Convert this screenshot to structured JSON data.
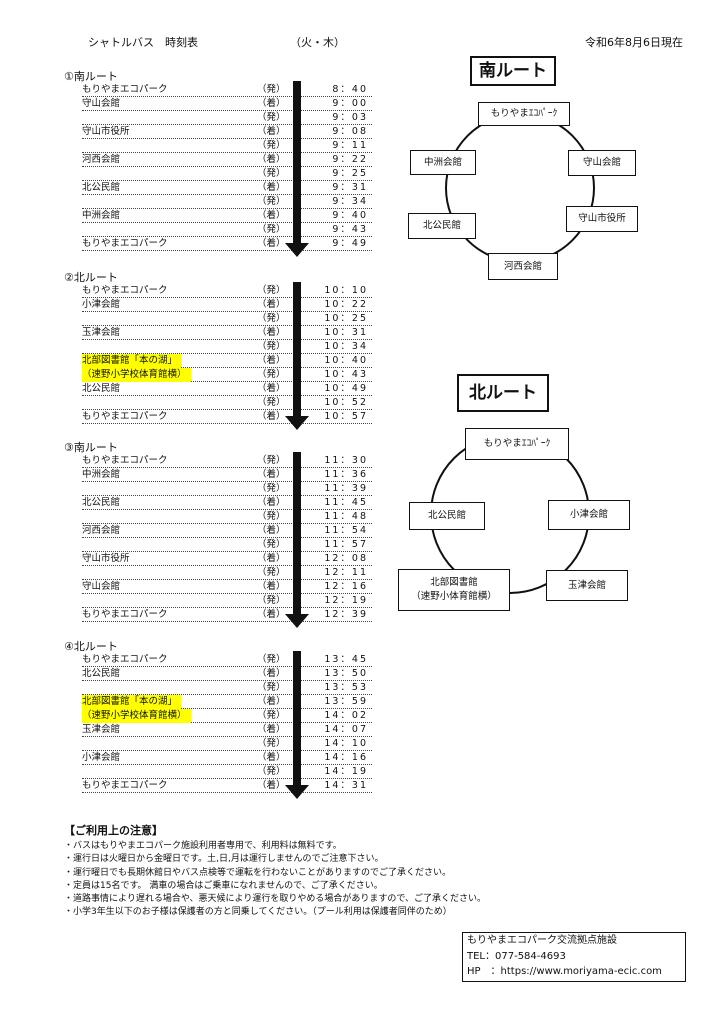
{
  "header": {
    "title": "シャトルバス　時刻表",
    "days": "（火・木）",
    "as_of": "令和6年8月6日現在"
  },
  "sections": [
    {
      "title": "①南ルート",
      "rows": [
        {
          "stop": "もりやまエコパーク",
          "kind": "（発）",
          "time": "8：40"
        },
        {
          "stop": "守山会館",
          "kind": "（着）",
          "time": "9：00"
        },
        {
          "stop": "",
          "kind": "（発）",
          "time": "9：03"
        },
        {
          "stop": "守山市役所",
          "kind": "（着）",
          "time": "9：08"
        },
        {
          "stop": "",
          "kind": "（発）",
          "time": "9：11"
        },
        {
          "stop": "河西会館",
          "kind": "（着）",
          "time": "9：22"
        },
        {
          "stop": "",
          "kind": "（発）",
          "time": "9：25"
        },
        {
          "stop": "北公民館",
          "kind": "（着）",
          "time": "9：31"
        },
        {
          "stop": "",
          "kind": "（発）",
          "time": "9：34"
        },
        {
          "stop": "中洲会館",
          "kind": "（着）",
          "time": "9：40"
        },
        {
          "stop": "",
          "kind": "（発）",
          "time": "9：43"
        },
        {
          "stop": "もりやまエコパーク",
          "kind": "（着）",
          "time": "9：49"
        }
      ]
    },
    {
      "title": "②北ルート",
      "rows": [
        {
          "stop": "もりやまエコパーク",
          "kind": "（発）",
          "time": "10：10"
        },
        {
          "stop": "小津会館",
          "kind": "（着）",
          "time": "10：22"
        },
        {
          "stop": "",
          "kind": "（発）",
          "time": "10：25"
        },
        {
          "stop": "玉津会館",
          "kind": "（着）",
          "time": "10：31"
        },
        {
          "stop": "",
          "kind": "（発）",
          "time": "10：34"
        },
        {
          "stop": "北部図書館「本の湖」",
          "kind": "（着）",
          "time": "10：40",
          "highlight": true
        },
        {
          "stop": "（速野小学校体育館横）",
          "kind": "（発）",
          "time": "10：43",
          "highlight": true
        },
        {
          "stop": "北公民館",
          "kind": "（着）",
          "time": "10：49"
        },
        {
          "stop": "",
          "kind": "（発）",
          "time": "10：52"
        },
        {
          "stop": "もりやまエコパーク",
          "kind": "（着）",
          "time": "10：57"
        }
      ]
    },
    {
      "title": "③南ルート",
      "rows": [
        {
          "stop": "もりやまエコパーク",
          "kind": "（発）",
          "time": "11：30"
        },
        {
          "stop": "中洲会館",
          "kind": "（着）",
          "time": "11：36"
        },
        {
          "stop": "",
          "kind": "（発）",
          "time": "11：39"
        },
        {
          "stop": "北公民館",
          "kind": "（着）",
          "time": "11：45"
        },
        {
          "stop": "",
          "kind": "（発）",
          "time": "11：48"
        },
        {
          "stop": "河西会館",
          "kind": "（着）",
          "time": "11：54"
        },
        {
          "stop": "",
          "kind": "（発）",
          "time": "11：57"
        },
        {
          "stop": "守山市役所",
          "kind": "（着）",
          "time": "12：08"
        },
        {
          "stop": "",
          "kind": "（発）",
          "time": "12：11"
        },
        {
          "stop": "守山会館",
          "kind": "（着）",
          "time": "12：16"
        },
        {
          "stop": "",
          "kind": "（発）",
          "time": "12：19"
        },
        {
          "stop": "もりやまエコパーク",
          "kind": "（着）",
          "time": "12：39"
        }
      ]
    },
    {
      "title": "④北ルート",
      "rows": [
        {
          "stop": "もりやまエコパーク",
          "kind": "（発）",
          "time": "13：45"
        },
        {
          "stop": "北公民館",
          "kind": "（着）",
          "time": "13：50"
        },
        {
          "stop": "",
          "kind": "（発）",
          "time": "13：53"
        },
        {
          "stop": "北部図書館「本の湖」",
          "kind": "（着）",
          "time": "13：59",
          "highlight": true
        },
        {
          "stop": "（速野小学校体育館横）",
          "kind": "（発）",
          "time": "14：02",
          "highlight": true
        },
        {
          "stop": "玉津会館",
          "kind": "（着）",
          "time": "14：07"
        },
        {
          "stop": "",
          "kind": "（発）",
          "time": "14：10"
        },
        {
          "stop": "小津会館",
          "kind": "（着）",
          "time": "14：16"
        },
        {
          "stop": "",
          "kind": "（発）",
          "time": "14：19"
        },
        {
          "stop": "もりやまエコパーク",
          "kind": "（着）",
          "time": "14：31"
        }
      ]
    }
  ],
  "south_map": {
    "title": "南ルート",
    "nodes": {
      "ecopark": "もりやまｴｺﾊﾟｰｸ",
      "nakasu": "中洲会館",
      "moriyama": "守山会館",
      "city_hall": "守山市役所",
      "kita": "北公民館",
      "kasai": "河西会館"
    }
  },
  "north_map": {
    "title": "北ルート",
    "nodes": {
      "ecopark": "もりやまｴｺﾊﾟｰｸ",
      "kita": "北公民館",
      "ozu": "小津会館",
      "library_1": "北部図書館",
      "library_2": "（速野小体育館横）",
      "tamatsu": "玉津会館"
    }
  },
  "notes": {
    "title": "【ご利用上の注意】",
    "items": [
      "・バスはもりやまエコパーク施設利用者専用で、利用料は無料です。",
      "・運行日は火曜日から金曜日です。土,日,月は運行しませんのでご注意下さい。",
      "・運行曜日でも長期休館日やバス点検等で運転を行わないことがありますのでご了承ください。",
      "・定員は15名です。 満車の場合はご乗車になれませんので、ご了承ください。",
      "・道路事情により遅れる場合や、悪天候により運行を取りやめる場合がありますので、ご了承ください。",
      "・小学3年生以下のお子様は保護者の方と同乗してください。（プール利用は保護者同伴のため）"
    ]
  },
  "contact": {
    "name": "もりやまエコパーク交流拠点施設",
    "tel": "TEL：077-584-4693",
    "hp": "HP　：https://www.moriyama-ecic.com"
  },
  "colors": {
    "highlight": "#ffff00",
    "ink": "#111111"
  }
}
